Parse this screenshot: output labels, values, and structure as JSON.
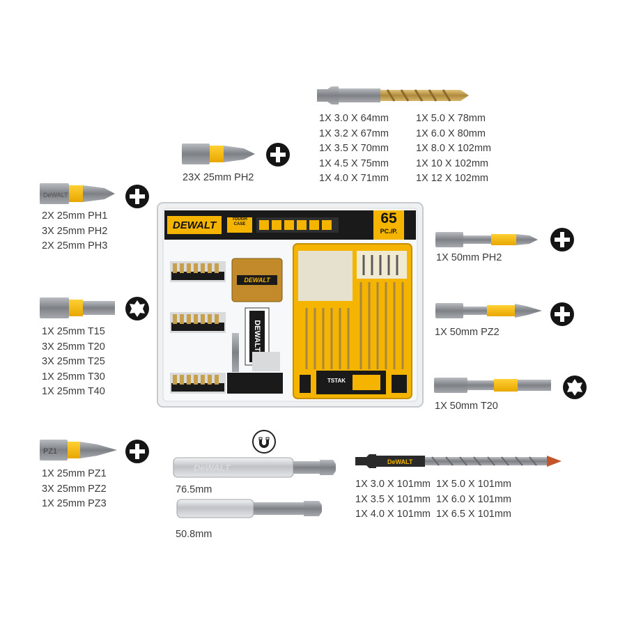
{
  "brand": "DEWALT",
  "piece_count": "65",
  "piece_unit": "PC./P.",
  "case_name": "TOUGH CASE",
  "stack_name": "TSTAK",
  "colors": {
    "brand_yellow": "#f5b400",
    "steel": "#8a8d92",
    "black": "#151515",
    "titanium": "#c9a85a"
  },
  "icons": {
    "phillips": "phillips-cross-icon",
    "torx": "torx-star-icon",
    "pozidriv": "pozidriv-cross-icon",
    "magnet": "magnet-icon"
  },
  "groups": {
    "ph_25": {
      "lines": [
        "2X 25mm PH1",
        "3X 25mm PH2",
        "2X 25mm PH3"
      ]
    },
    "t_25": {
      "lines": [
        "1X 25mm T15",
        "3X 25mm T20",
        "3X 25mm T25",
        "1X 25mm T30",
        "1X 25mm T40"
      ]
    },
    "pz_25": {
      "lines": [
        "1X 25mm PZ1",
        "3X 25mm PZ2",
        "1X 25mm PZ3"
      ]
    },
    "ph2_single": {
      "line": "23X 25mm PH2"
    },
    "hss_drills": {
      "left": [
        "1X 3.0 X 64mm",
        "1X 3.2 X 67mm",
        "1X 3.5 X 70mm",
        "1X 4.5 X 75mm",
        "1X 4.0 X 71mm"
      ],
      "right": [
        "1X 5.0 X 78mm",
        "1X 6.0 X 80mm",
        "1X 8.0 X 102mm",
        "1X 10 X 102mm",
        "1X 12 X 102mm"
      ]
    },
    "ph2_50": {
      "line": "1X 50mm PH2"
    },
    "pz2_50": {
      "line": "1X 50mm PZ2"
    },
    "t20_50": {
      "line": "1X 50mm T20"
    },
    "holders": {
      "long": "76.5mm",
      "short": "50.8mm"
    },
    "masonry_drills": {
      "left": [
        "1X 3.0 X 101mm",
        "1X 3.5 X 101mm",
        "1X 4.0 X 101mm"
      ],
      "right": [
        "1X 5.0 X 101mm",
        "1X 6.0 X 101mm",
        "1X 6.5 X 101mm"
      ]
    }
  }
}
